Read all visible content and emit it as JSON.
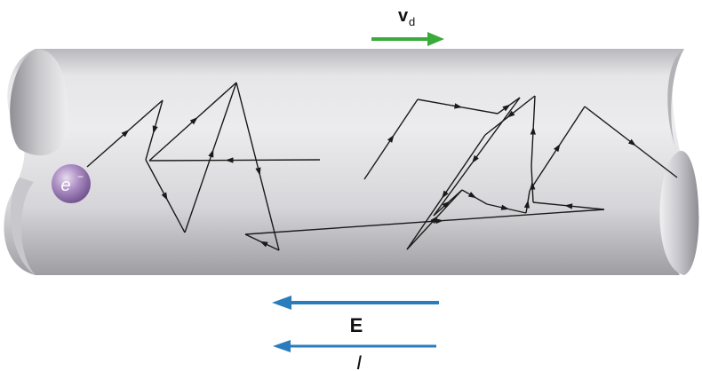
{
  "labels": {
    "drift_velocity": "v",
    "drift_velocity_sub": "d",
    "electron": "e",
    "electron_sup": "−",
    "field": "E",
    "current": "I"
  },
  "colors": {
    "tube_body": "#dcdcdf",
    "tube_shadow": "#a9a8ad",
    "tube_highlight": "#f1f1f3",
    "tube_end_inner": "#c4c3c8",
    "electron": "#a98bc0",
    "velocity_arrow": "#3aaa3a",
    "field_arrow": "#2a7dbd",
    "current_arrow": "#2a7dbd",
    "path": "#1a1a1a"
  },
  "path_segments": 24
}
